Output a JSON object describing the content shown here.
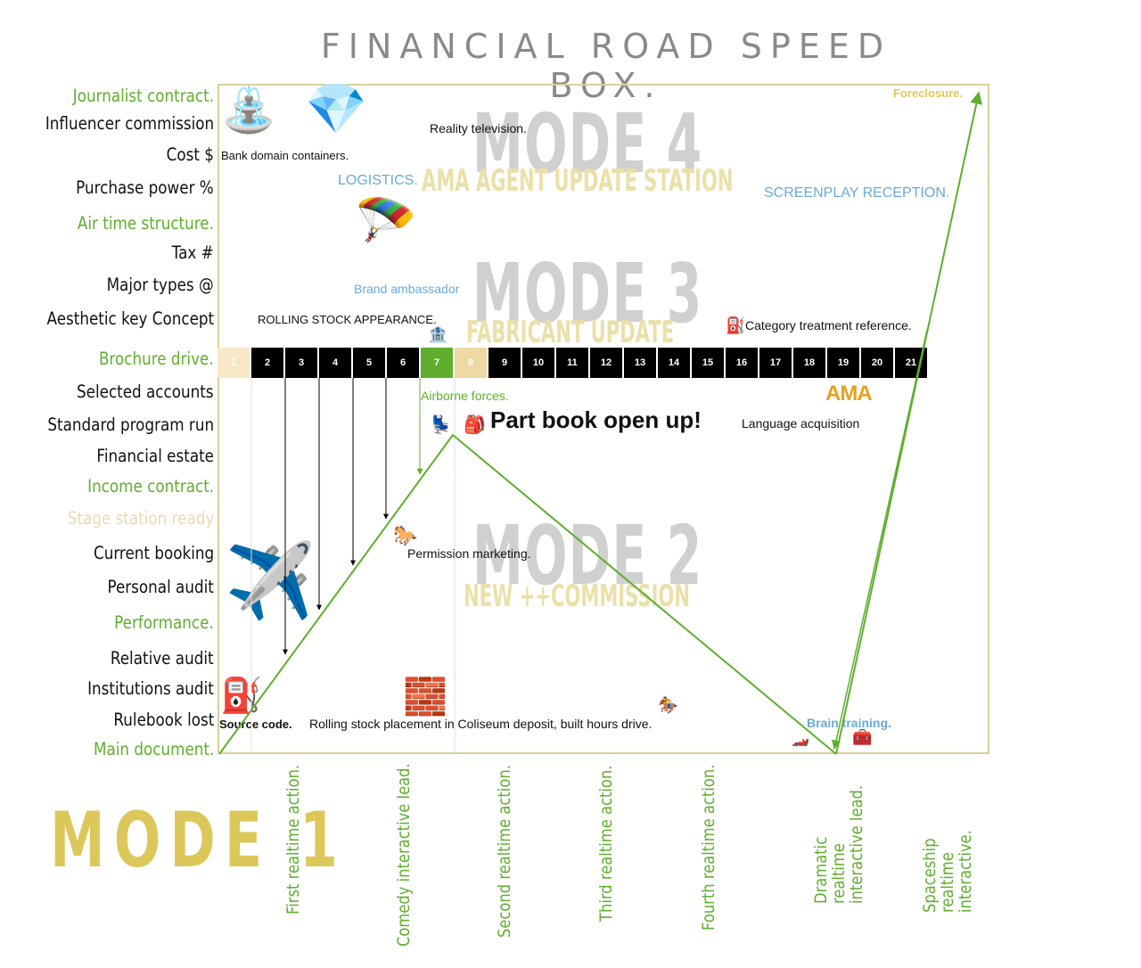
{
  "title": "FINANCIAL ROAD SPEED BOX.",
  "row_labels": [
    {
      "text": "Journalist contract.",
      "color": "green"
    },
    {
      "text": "Influencer commission",
      "color": "black"
    },
    {
      "text": "Cost $",
      "color": "black"
    },
    {
      "text": "Purchase power %",
      "color": "black"
    },
    {
      "text": "Air time structure.",
      "color": "green"
    },
    {
      "text": "Tax #",
      "color": "black"
    },
    {
      "text": "Major types @",
      "color": "black"
    },
    {
      "text": "Aesthetic key Concept",
      "color": "black"
    },
    {
      "text": "Brochure drive.",
      "color": "green"
    },
    {
      "text": "Selected accounts",
      "color": "black"
    },
    {
      "text": "Standard program run",
      "color": "black"
    },
    {
      "text": "Financial estate",
      "color": "black"
    },
    {
      "text": "Income contract.",
      "color": "green"
    },
    {
      "text": "Stage station ready",
      "color": "tan"
    },
    {
      "text": "Current booking",
      "color": "black"
    },
    {
      "text": "Personal audit",
      "color": "black"
    },
    {
      "text": "Performance.",
      "color": "green"
    },
    {
      "text": "Relative audit",
      "color": "black"
    },
    {
      "text": "Institutions audit",
      "color": "black"
    },
    {
      "text": "Rulebook lost",
      "color": "black"
    },
    {
      "text": "Main document.",
      "color": "green"
    }
  ],
  "modes": {
    "mode4": {
      "title": "MODE 4",
      "subtitle": "AMA AGENT UPDATE STATION"
    },
    "mode3": {
      "title": "MODE 3",
      "subtitle": "FABRICANT UPDATE"
    },
    "mode2": {
      "title": "MODE 2",
      "subtitle": "NEW ++COMMISSION"
    },
    "mode1": {
      "title": "MODE 1"
    }
  },
  "annotations": {
    "foreclosure": "Foreclosure.",
    "reality_tv": "Reality television.",
    "bank_domain": "Bank domain containers.",
    "logistics": "LOGISTICS.",
    "screenplay": "SCREENPLAY RECEPTION.",
    "brand_ambassador": "Brand ambassador",
    "rolling_stock_appearance": "ROLLING STOCK APPEARANCE.",
    "category_treatment": "Category treatment reference.",
    "airborne": "Airborne forces.",
    "part_book": "Part book open up!",
    "language": "Language acquisition",
    "permission": "Permission marketing.",
    "brain_training": "Brain training.",
    "source_code": "Source code.",
    "rolling_stock_placement": "Rolling stock placement in Coliseum deposit, built hours drive.",
    "ama_icon_text": "AMA"
  },
  "number_cells": [
    "1",
    "2",
    "3",
    "4",
    "5",
    "6",
    "7",
    "8",
    "9",
    "10",
    "11",
    "12",
    "13",
    "14",
    "15",
    "16",
    "17",
    "18",
    "19",
    "20",
    "21"
  ],
  "column_labels": [
    "First realtime action.",
    "Comedy interactive lead.",
    "Second realtime action.",
    "Third realtime action.",
    "Fourth realtime action.",
    "Dramatic realtime interactive lead.",
    "Spaceship realtime interactive."
  ],
  "icons": {
    "fountain": "fountain-icon",
    "diamond": "gem-icon",
    "parachute": "parachute-icon",
    "bank": "bank-icon",
    "fuel": "fuel-pump-icon",
    "airplane": "airplane-icon",
    "horse": "horse-icon",
    "bricks": "bricks-icon",
    "jockey": "horse-racing-icon",
    "seat": "seat-icon",
    "backpack": "backpack-icon",
    "race_car": "race-car-icon",
    "safe": "safe-icon"
  },
  "colors": {
    "green": "#5fae2e",
    "tan": "#ecd9a3",
    "blue": "#6aa9d8",
    "gold": "#dcc85a",
    "gray": "#8a8a8a"
  }
}
